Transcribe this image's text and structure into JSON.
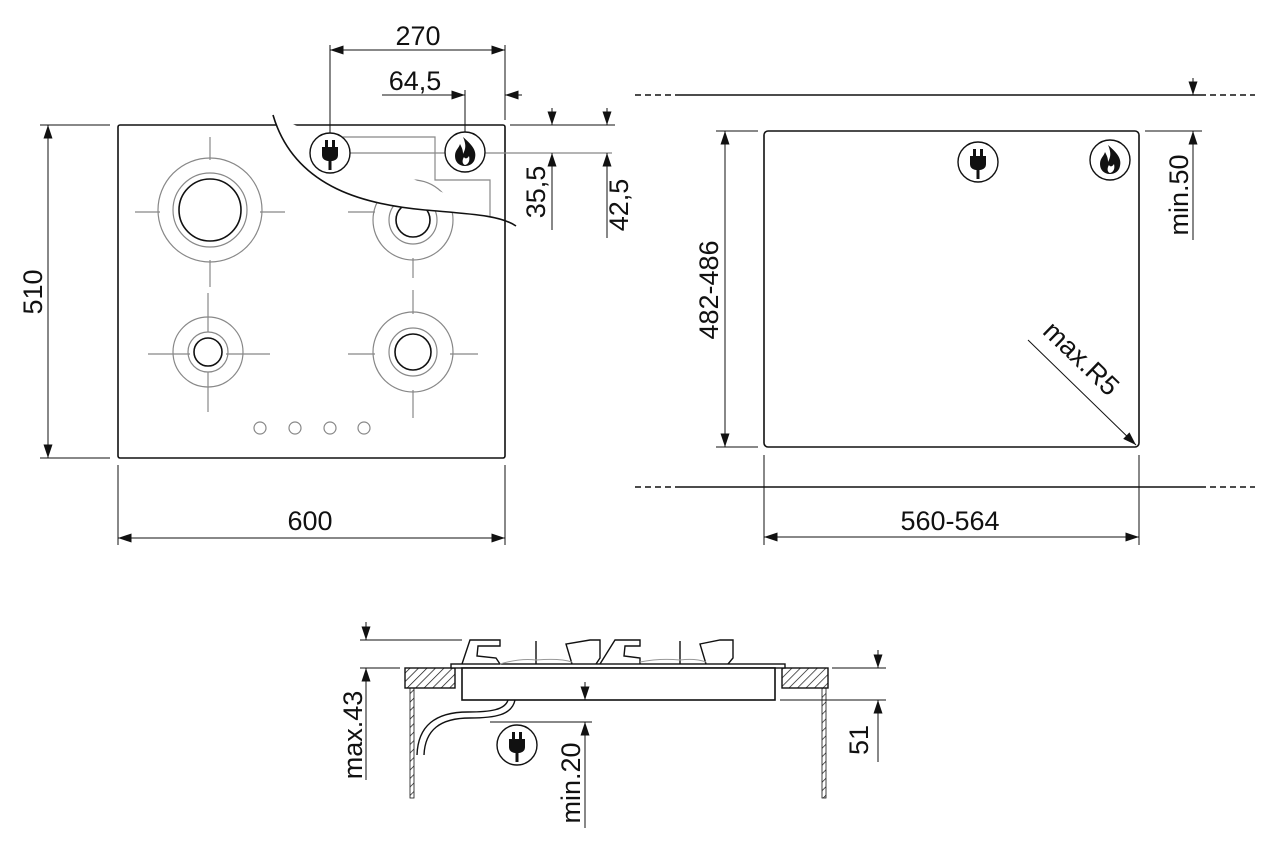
{
  "top_view": {
    "dim_plug_to_edge": "270",
    "dim_flame_to_edge": "64,5",
    "dim_flame_depth": "35,5",
    "dim_plug_depth": "42,5",
    "dim_depth": "510",
    "dim_width": "600",
    "icons": [
      "plug-icon",
      "flame-icon"
    ]
  },
  "cutout_view": {
    "dim_cutout_depth": "482-486",
    "dim_min_back": "min.50",
    "dim_corner_radius": "max.R5",
    "dim_cutout_width": "560-564",
    "icons": [
      "plug-icon",
      "flame-icon"
    ]
  },
  "side_view": {
    "dim_max_height": "max.43",
    "dim_min_clearance": "min.20",
    "dim_body_height": "51",
    "icons": [
      "plug-icon"
    ]
  }
}
